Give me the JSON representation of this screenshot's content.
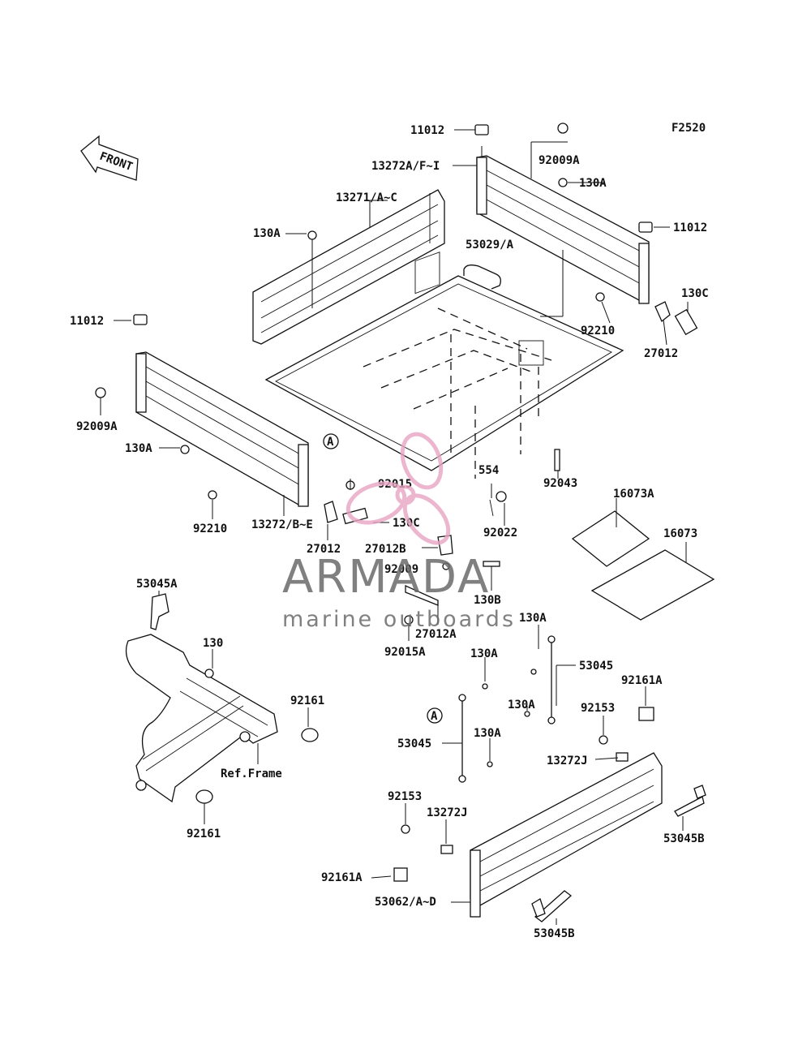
{
  "figure_code": "F2520",
  "front_label": "FRONT",
  "circle_ref": "A",
  "ref_frame": "Ref.Frame",
  "watermark": {
    "brand": "ARMADA",
    "tagline": "marine outboards",
    "logo_color": "#e8a5c4"
  },
  "labels": {
    "l11012_top": "11012",
    "l13272AF": "13272A/F~I",
    "l92009A_top": "92009A",
    "l130A_top": "130A",
    "l11012_right": "11012",
    "l130C_right": "130C",
    "l13271": "13271/A~C",
    "l130A_left": "130A",
    "l53029": "53029/A",
    "l92210_right": "92210",
    "l27012_right": "27012",
    "l11012_left": "11012",
    "l92009A_left": "92009A",
    "l130A_mid": "130A",
    "l92210_left": "92210",
    "l13272BE": "13272/B~E",
    "l92015": "92015",
    "l130C_mid": "130C",
    "l27012_mid": "27012",
    "l27012B": "27012B",
    "l92009": "92009",
    "l554": "554",
    "l92022": "92022",
    "l92043": "92043",
    "l16073A": "16073A",
    "l16073": "16073",
    "l130B": "130B",
    "l27012A": "27012A",
    "l92015A": "92015A",
    "l53045A": "53045A",
    "l130": "130",
    "l92161_a": "92161",
    "l92161_b": "92161",
    "l130A_r1": "130A",
    "l53045_r": "53045",
    "l130A_r2": "130A",
    "l92161A_r": "92161A",
    "l130A_r3": "130A",
    "l92153_r": "92153",
    "l53045_l": "53045",
    "l130A_r4": "130A",
    "l13272J_r": "13272J",
    "l92153_l": "92153",
    "l13272J_l": "13272J",
    "l92161A_l": "92161A",
    "l53062": "53062/A~D",
    "l53045B_r": "53045B",
    "l53045B_b": "53045B"
  }
}
